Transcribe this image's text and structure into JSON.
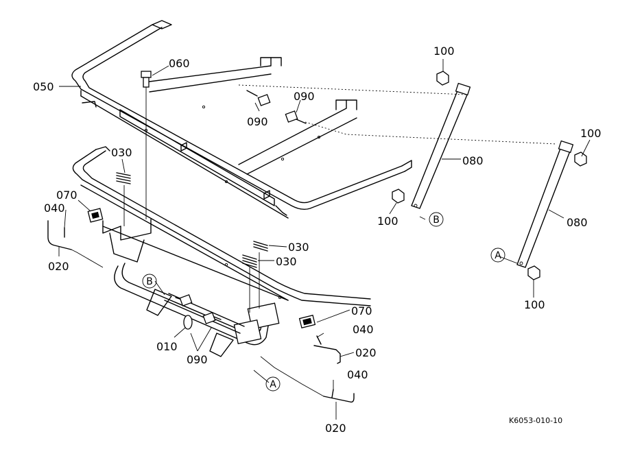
{
  "figure_code": "K6053-010-10",
  "callouts": {
    "c050": "050",
    "c060": "060",
    "c090a": "090",
    "c090b": "090",
    "c090c": "090",
    "c100a": "100",
    "c100b": "100",
    "c100c": "100",
    "c100d": "100",
    "c080a": "080",
    "c080b": "080",
    "c030a": "030",
    "c030b": "030",
    "c030c": "030",
    "c070a": "070",
    "c070b": "070",
    "c040a": "040",
    "c040b": "040",
    "c040c": "040",
    "c020a": "020",
    "c020b": "020",
    "c020c": "020",
    "c010": "010"
  },
  "markers": {
    "a1": "A",
    "a2": "A",
    "b1": "B",
    "b2": "B"
  }
}
